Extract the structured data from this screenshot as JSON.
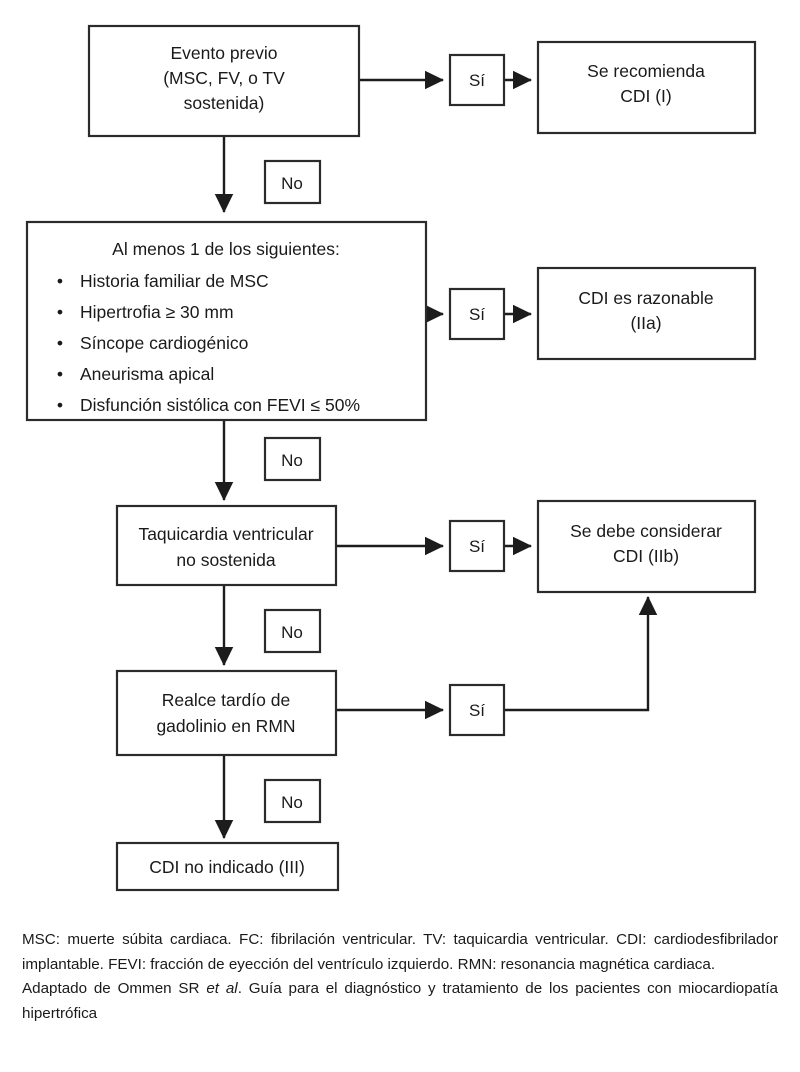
{
  "diagram": {
    "title_nodes": {
      "n1": {
        "lines": [
          "Evento previo",
          "(MSC, FV, o TV",
          "sostenida)"
        ]
      },
      "n2": {
        "heading": "Al menos 1 de los siguientes:",
        "bullets": [
          "Historia familiar de MSC",
          "Hipertrofia ≥ 30 mm",
          "Síncope cardiogénico",
          "Aneurisma apical",
          "Disfunción sistólica con FEVI ≤ 50%"
        ],
        "bullet_marker": "•"
      },
      "n3": {
        "lines": [
          "Taquicardia ventricular",
          "no sostenida"
        ]
      },
      "n4": {
        "lines": [
          "Realce tardío de",
          "gadolinio en RMN"
        ]
      },
      "n5": {
        "lines": [
          "CDI no indicado (III)"
        ]
      }
    },
    "outcomes": {
      "o1": {
        "lines": [
          "Se recomienda",
          "CDI (I)"
        ]
      },
      "o2": {
        "lines": [
          "CDI es razonable",
          "(IIa)"
        ]
      },
      "o3": {
        "lines": [
          "Se debe considerar",
          "CDI (IIb)"
        ]
      }
    },
    "edge_labels": {
      "yes": "Sí",
      "no": "No",
      "yes_1": "Sí",
      "yes_2": "Sí",
      "yes_3": "Sí",
      "yes_4": "Sí",
      "no_1": "No",
      "no_2": "No",
      "no_3": "No",
      "no_4": "No"
    },
    "colors": {
      "stroke": "#2b2b2b",
      "connector": "#1c1c1c",
      "fill": "#ffffff",
      "text": "#1a1a1a"
    }
  },
  "footnote": {
    "abbreviations": "MSC: muerte súbita cardiaca. FC: fibrilación ventricular. TV: taquicardia ventricular. CDI: cardiodesfibrilador implantable. FEVI: fracción de eyección del ventrículo izquierdo. RMN: resonancia magnética cardiaca.",
    "source_prefix": "Adaptado de Ommen SR ",
    "source_italic": "et al",
    "source_suffix": ". Guía para el diagnóstico y tratamiento de los pacientes con miocardiopatía hipertrófica"
  }
}
